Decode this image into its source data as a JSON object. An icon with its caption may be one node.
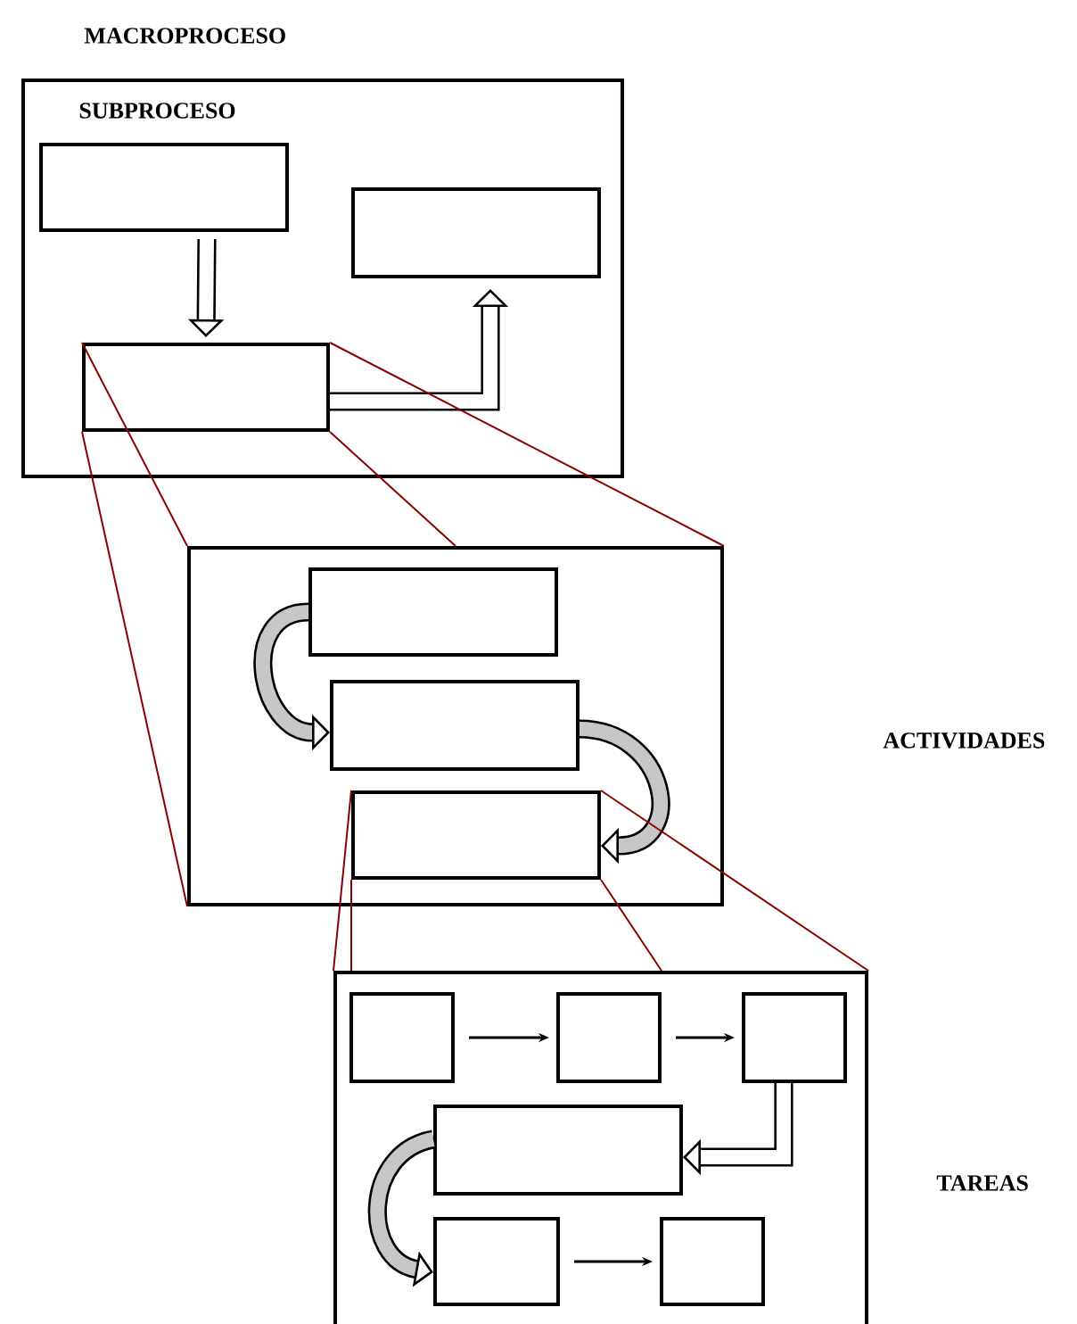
{
  "diagram": {
    "nodes": [
      {
        "text": [
          "MACROPROCESO",
          "SUBPROCESO"
        ]
      },
      {
        "text": [],
        "shape": "box",
        "in": 0
      },
      {
        "text": [],
        "shape": "box",
        "in": 0
      },
      {
        "text": [],
        "shape": "box",
        "in": 0
      },
      {
        "text": [],
        "shape": "box"
      },
      {
        "text": [],
        "shape": "box",
        "in": 4
      },
      {
        "text": [],
        "shape": "box",
        "in": 4
      },
      {
        "text": [],
        "shape": "box",
        "in": 4
      },
      {
        "text": [],
        "shape": "box",
        "beside": [
          "TAREAS"
        ]
      },
      {
        "text": [],
        "shape": "box",
        "in": 8
      },
      {
        "text": [],
        "shape": "box",
        "in": 8
      },
      {
        "text": [],
        "shape": "box",
        "in": 8
      },
      {
        "text": [],
        "shape": "box",
        "in": 8
      },
      {
        "text": [],
        "shape": "box",
        "in": 8
      },
      {
        "text": [],
        "shape": "box",
        "in": 8
      }
    ],
    "edges": [
      {
        "from": 1,
        "to": 3,
        "arrow": "to",
        "style": "thick"
      },
      {
        "from": 3,
        "to": 2,
        "arrow": "to",
        "style": "thick"
      },
      {
        "from": 3,
        "to": 4,
        "arrow": "none",
        "color": "#8b0000"
      },
      {
        "from": 3,
        "to": 4,
        "arrow": "none",
        "color": "#8b0000"
      },
      {
        "from": 3,
        "to": 4,
        "arrow": "none",
        "color": "#8b0000"
      },
      {
        "from": 3,
        "to": 4,
        "arrow": "none",
        "color": "#8b0000"
      },
      {
        "from": 5,
        "to": 6,
        "arrow": "to",
        "style": "thick"
      },
      {
        "from": 6,
        "to": 7,
        "arrow": "to",
        "style": "thick"
      },
      {
        "from": 7,
        "to": 8,
        "arrow": "none",
        "color": "#8b0000"
      },
      {
        "from": 7,
        "to": 8,
        "arrow": "none",
        "color": "#8b0000"
      },
      {
        "from": 7,
        "to": 8,
        "arrow": "none",
        "color": "#8b0000"
      },
      {
        "from": 7,
        "to": 8,
        "arrow": "none",
        "color": "#8b0000"
      },
      {
        "from": 9,
        "to": 10,
        "arrow": "to"
      },
      {
        "from": 10,
        "to": 11,
        "arrow": "to"
      },
      {
        "from": 11,
        "to": 12,
        "arrow": "to",
        "style": "thick"
      },
      {
        "from": 12,
        "to": 13,
        "arrow": "to",
        "style": "thick"
      },
      {
        "from": 13,
        "to": 14,
        "arrow": "to"
      }
    ],
    "labels": [
      "ACTIVIDADES"
    ]
  }
}
